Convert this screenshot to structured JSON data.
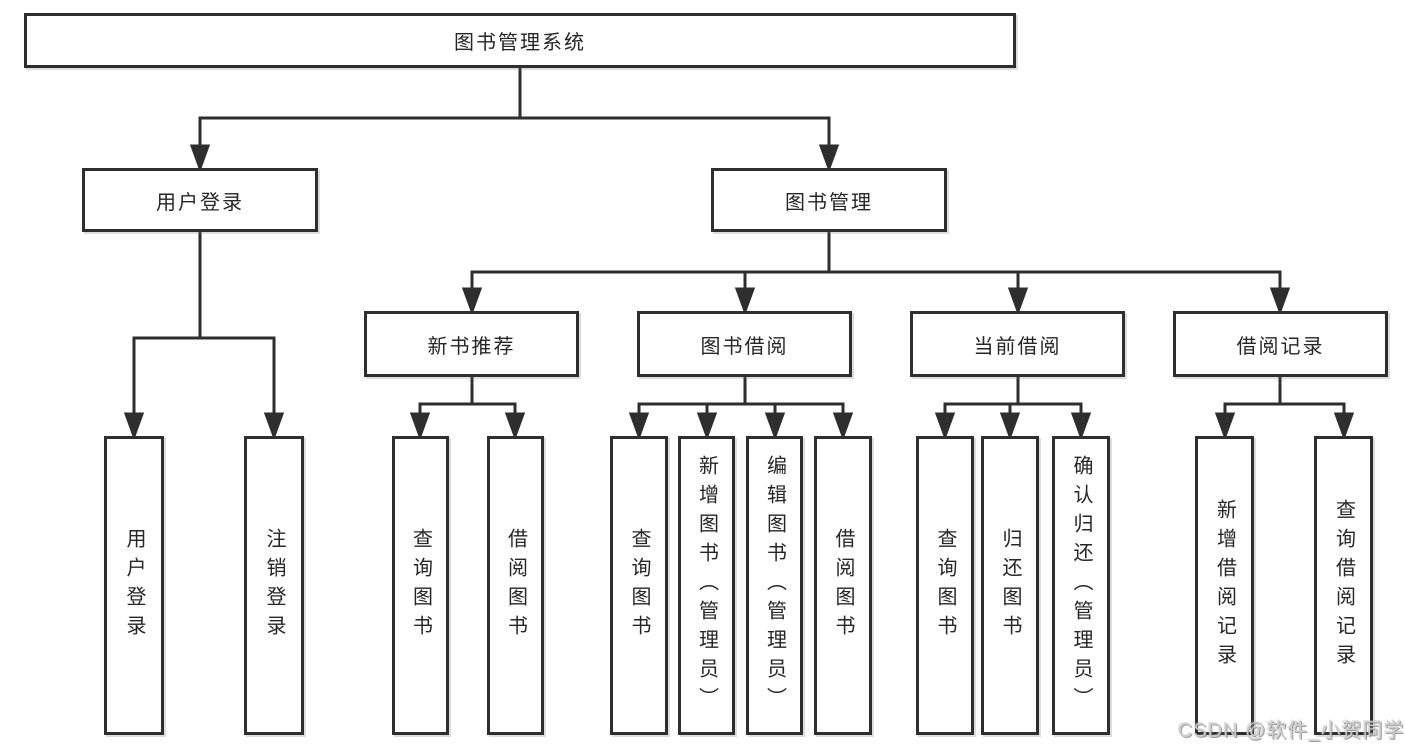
{
  "diagram": {
    "title": "图书管理系统",
    "tree": {
      "root": {
        "label": "图书管理系统"
      },
      "branches": [
        {
          "label": "用户登录",
          "children": [
            {
              "label": "用户登录"
            },
            {
              "label": "注销登录"
            }
          ]
        },
        {
          "label": "图书管理",
          "children": [
            {
              "label": "新书推荐",
              "children": [
                {
                  "label": "查询图书"
                },
                {
                  "label": "借阅图书"
                }
              ]
            },
            {
              "label": "图书借阅",
              "children": [
                {
                  "label": "查询图书"
                },
                {
                  "label": "新增图书（管理员）"
                },
                {
                  "label": "编辑图书（管理员）"
                },
                {
                  "label": "借阅图书"
                }
              ]
            },
            {
              "label": "当前借阅",
              "children": [
                {
                  "label": "查询图书"
                },
                {
                  "label": "归还图书"
                },
                {
                  "label": "确认归还（管理员）"
                }
              ]
            },
            {
              "label": "借阅记录",
              "children": [
                {
                  "label": "新增借阅记录"
                },
                {
                  "label": "查询借阅记录"
                }
              ]
            }
          ]
        }
      ]
    },
    "colors": {
      "line": "#2e2e2e",
      "box_border": "#2e2e2e",
      "text": "#262626",
      "background": "#ffffff",
      "watermark": "#cdcdcd"
    }
  },
  "watermark": {
    "text": "CSDN @软件_小贺同学"
  }
}
